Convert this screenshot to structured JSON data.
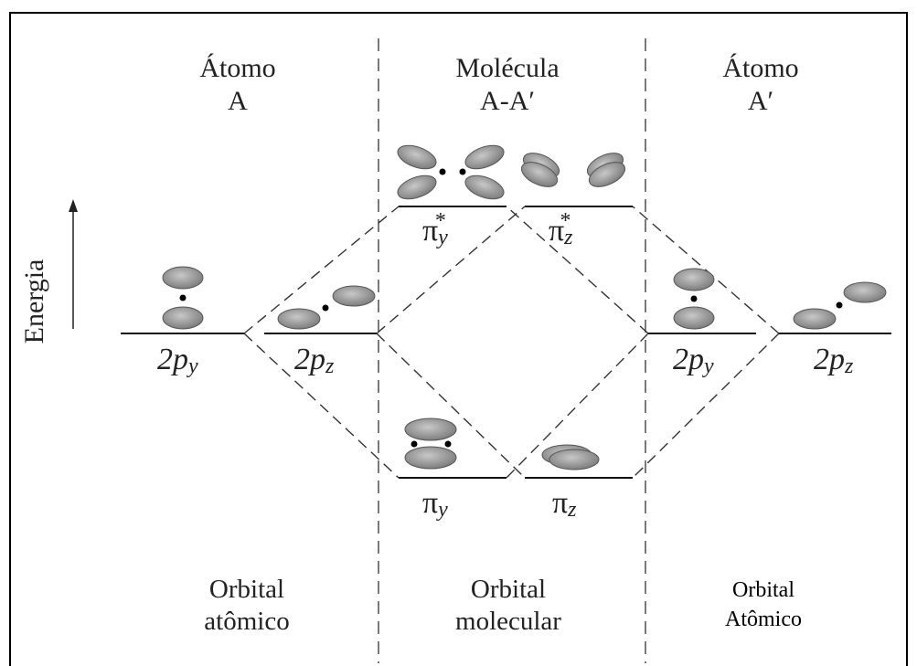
{
  "headers": {
    "atom_a": [
      "Átomo",
      "A"
    ],
    "molecule": [
      "Molécula",
      "A-A′"
    ],
    "atom_a_prime": [
      "Átomo",
      "A′"
    ]
  },
  "footers": {
    "left": [
      "Orbital",
      "atômico"
    ],
    "middle": [
      "Orbital",
      "molecular"
    ],
    "right": [
      "Orbital",
      "Atômico"
    ]
  },
  "axis": {
    "label": "Energia"
  },
  "orbital_labels": {
    "left_py": {
      "base": "2p",
      "sub": "y"
    },
    "left_pz": {
      "base": "2p",
      "sub": "z"
    },
    "right_py": {
      "base": "2p",
      "sub": "y"
    },
    "right_pz": {
      "base": "2p",
      "sub": "z"
    },
    "pi_star_y": {
      "base": "π",
      "sub": "y",
      "sup": "*"
    },
    "pi_star_z": {
      "base": "π",
      "sub": "z",
      "sup": "*"
    },
    "pi_y": {
      "base": "π",
      "sub": "y"
    },
    "pi_z": {
      "base": "π",
      "sub": "z"
    }
  },
  "colors": {
    "lobe_fill": "#9a9a9a",
    "line": "#111111",
    "dashed": "#333333"
  }
}
